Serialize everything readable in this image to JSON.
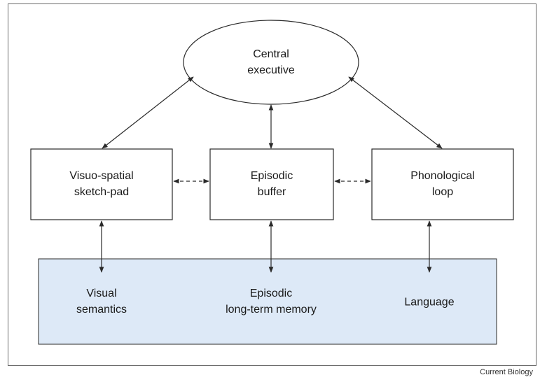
{
  "nodes": {
    "central_executive": {
      "line1": "Central",
      "line2": "executive"
    },
    "visuo_spatial": {
      "line1": "Visuo-spatial",
      "line2": "sketch-pad"
    },
    "episodic_buffer": {
      "line1": "Episodic",
      "line2": "buffer"
    },
    "phonological": {
      "line1": "Phonological",
      "line2": "loop"
    }
  },
  "ltm": {
    "visual": {
      "line1": "Visual",
      "line2": "semantics"
    },
    "episodic": {
      "line1": "Episodic",
      "line2": "long-term memory"
    },
    "language": {
      "line1": "Language"
    }
  },
  "colors": {
    "ltm_fill": "#dde9f7",
    "stroke": "#2a2a2a"
  },
  "credit": "Current Biology"
}
